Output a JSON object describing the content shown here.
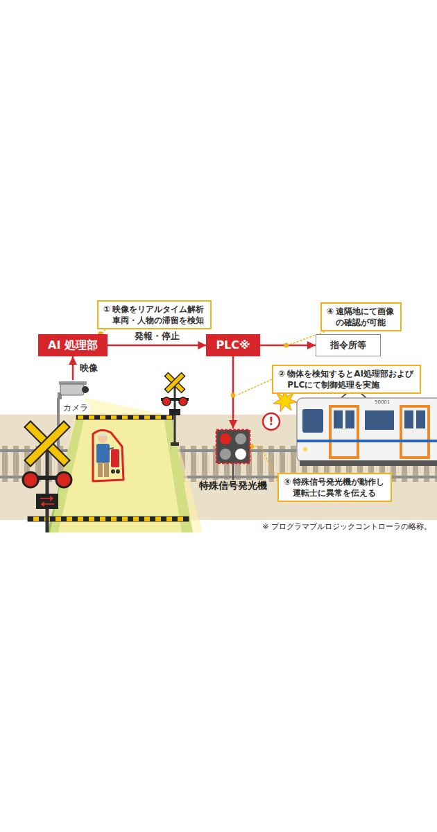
{
  "diagram": {
    "nodes": [
      {
        "text": [
          "①",
          "映像をリアルタイム解析 車両・人物の滞留を検知"
        ]
      },
      {
        "text": [
          "AI 処理部"
        ]
      },
      {
        "text": [
          "PLC※"
        ]
      },
      {
        "text": [
          "指令所等"
        ]
      },
      {
        "text": [
          "④",
          "遠隔地にて画像 の確認が可能"
        ]
      },
      {
        "text": [
          "②",
          "物体を検知するとAI処理部および PLCにて制御処理を実施"
        ]
      },
      {
        "text": [
          "カメラ"
        ]
      },
      {
        "text": [
          "特殊信号発光機"
        ]
      },
      {
        "text": [
          "③",
          "特殊信号発光機が動作し 運転士に異常を伝える"
        ]
      }
    ],
    "edges": [
      {
        "from": 6,
        "to": 1,
        "arrow": "to",
        "label": "映像"
      },
      {
        "from": 1,
        "to": 2,
        "arrow": "to",
        "label": "発報・停止"
      },
      {
        "from": 2,
        "to": 3,
        "arrow": "to"
      },
      {
        "from": 2,
        "to": 7,
        "arrow": "to"
      },
      {
        "from": 0,
        "to": 1,
        "arrow": "none"
      },
      {
        "from": 8,
        "to": 7,
        "arrow": "none"
      }
    ],
    "labels": [
      "!",
      "50001",
      "※ プログラマブルロジックコントローラの略称。"
    ]
  }
}
